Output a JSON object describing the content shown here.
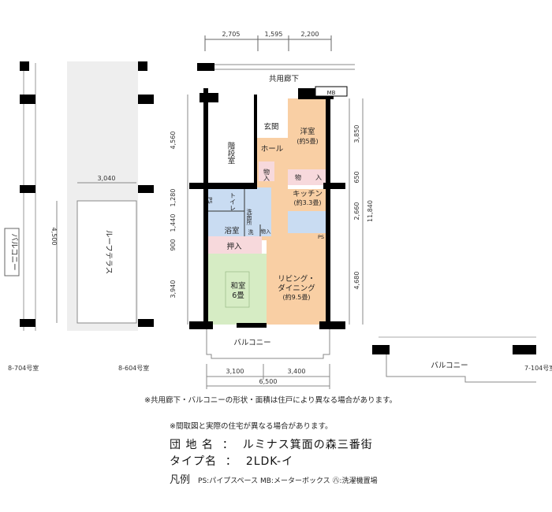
{
  "plan": {
    "corridor": "共用廊下",
    "mb": "MB",
    "ps": "PS",
    "rooms": {
      "stair": "階段室",
      "entrance": "玄関",
      "hall": "ホール",
      "western": "洋室",
      "western_size": "(約5畳)",
      "storage1": "物入",
      "storage2a": "物",
      "storage2b": "入",
      "toilet": "トイレ",
      "washroom": "洗面所",
      "laundry_mark": "洗",
      "storage3": "物入",
      "bath": "浴室",
      "kitchen": "キッチン",
      "kitchen_size": "(約3.3畳)",
      "closet": "押入",
      "japanese": "和室",
      "japanese_size": "6畳",
      "living": "リビング・",
      "living2": "ダイニング",
      "living_size": "(約9.5畳)",
      "balcony": "バルコニー"
    },
    "dims_top": [
      "2,705",
      "1,595",
      "2,200"
    ],
    "dims_left": [
      "4,560",
      "1,280",
      "1,440",
      "900",
      "3,940"
    ],
    "dims_right": [
      "3,850",
      "650",
      "2,660",
      "4,680"
    ],
    "dim_total_right": "11,840",
    "dims_bottom": [
      "3,100",
      "3,400"
    ],
    "dim_total_bottom": "6,500"
  },
  "neighbors": {
    "left_unit": "8-704号室",
    "left_balcony": "バルコニー",
    "terrace_unit": "8-604号室",
    "terrace": "ルーフテラス",
    "terrace_w": "3,040",
    "terrace_h": "4,500",
    "right_unit": "7-104号室",
    "right_balcony": "バルコニー"
  },
  "notes": {
    "note1": "※共用廊下・バルコニーの形状・面積は住戸により異なる場合があります。",
    "note2": "※間取図と実際の住宅が異なる場合があります。"
  },
  "info": {
    "complex_label": "団 地 名",
    "colon": "：",
    "complex_name": "ルミナス箕面の森三番街",
    "type_label": "タイプ名",
    "type_name": "2LDK-イ",
    "legend_label": "凡例",
    "legend_text": "PS:パイプスペース MB:メーターボックス ㊇:洗濯機置場"
  },
  "colors": {
    "orange": "#f9cfa4",
    "blue": "#c9dcf2",
    "green": "#d6ecc4",
    "pink": "#f7d9dc",
    "wall": "#000000"
  }
}
